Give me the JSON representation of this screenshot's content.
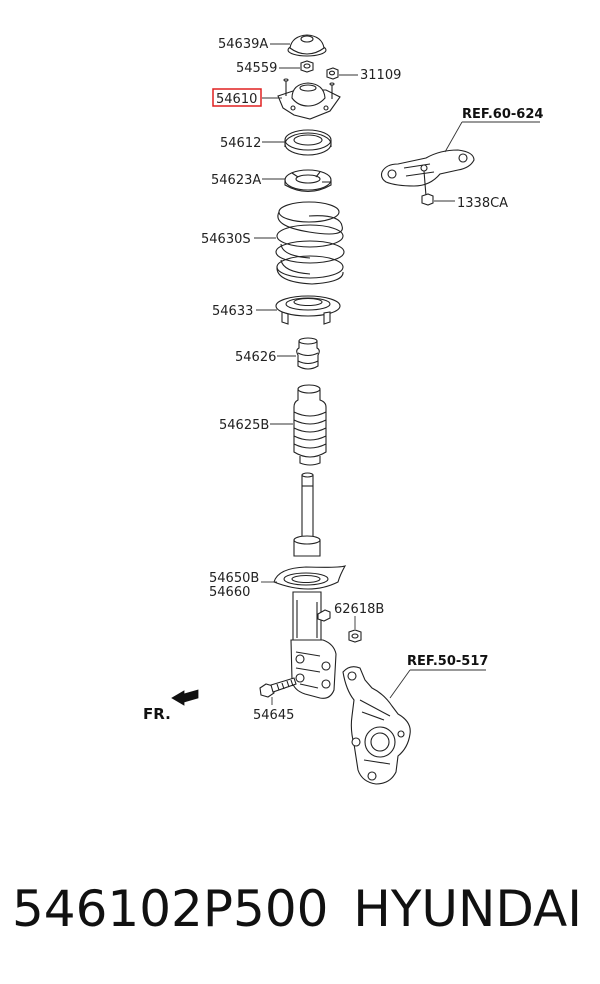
{
  "labels": {
    "p54639A": "54639A",
    "p54559": "54559",
    "p31109": "31109",
    "p54610": "54610",
    "p54612": "54612",
    "p54623A": "54623A",
    "p54630S": "54630S",
    "p54633": "54633",
    "p54626": "54626",
    "p54625B": "54625B",
    "p54650B": "54650B",
    "p54660": "54660",
    "p62618B": "62618B",
    "p54645": "54645",
    "p1338CA": "1338CA"
  },
  "refs": {
    "ref60": "REF.60-624",
    "ref50": "REF.50-517"
  },
  "front_marker": "FR.",
  "caption": {
    "part_number": "546102P500",
    "brand": "HYUNDAI"
  },
  "colors": {
    "highlight": "#e02020",
    "ink": "#222222"
  }
}
